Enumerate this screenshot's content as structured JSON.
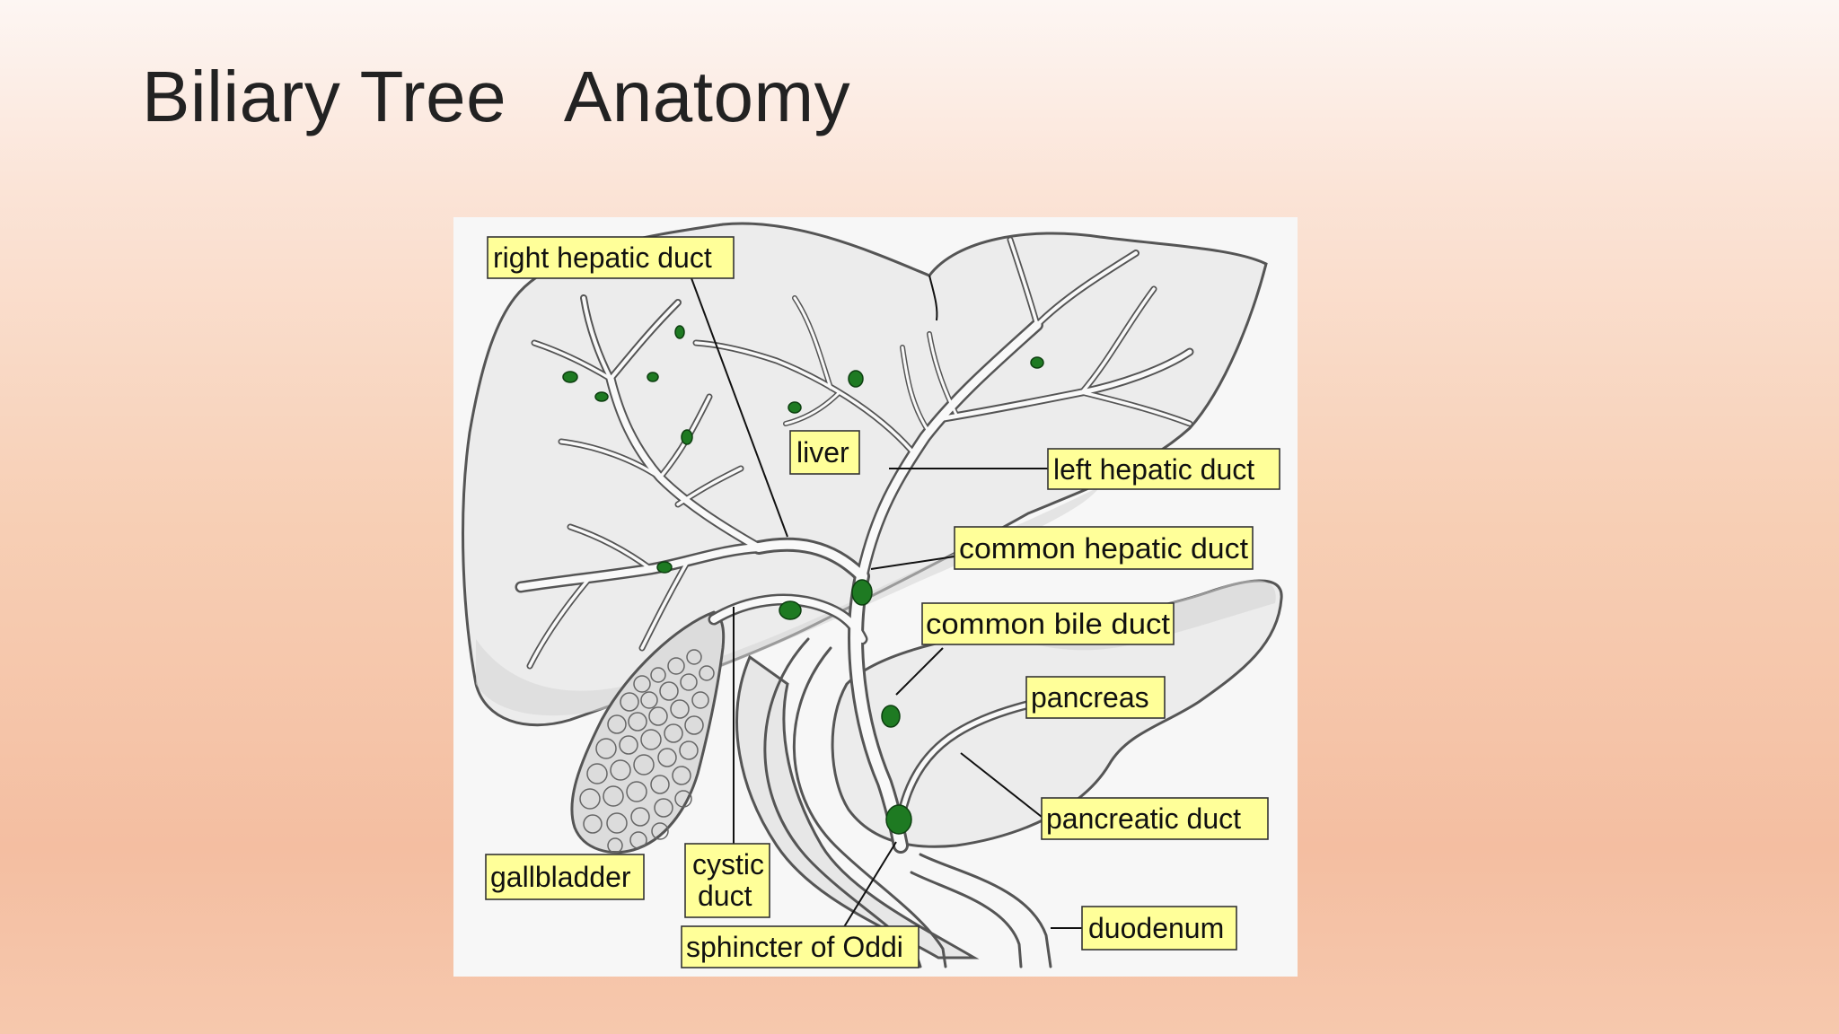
{
  "slide": {
    "title": "Biliary Tree   Anatomy"
  },
  "diagram": {
    "labels": {
      "right_hepatic_duct": "right hepatic duct",
      "liver": "liver",
      "left_hepatic_duct": "left hepatic duct",
      "common_hepatic_duct": "common hepatic duct",
      "common_bile_duct": "common bile duct",
      "pancreas": "pancreas",
      "pancreatic_duct": "pancreatic duct",
      "gallbladder": "gallbladder",
      "cystic_duct_line1": "cystic",
      "cystic_duct_line2": "duct",
      "sphincter_of_oddi": "sphincter of Oddi",
      "duodenum": "duodenum"
    }
  },
  "colors": {
    "label_fill": "#ffff99",
    "stone_green": "#1e7a22",
    "title_text": "#222222"
  }
}
